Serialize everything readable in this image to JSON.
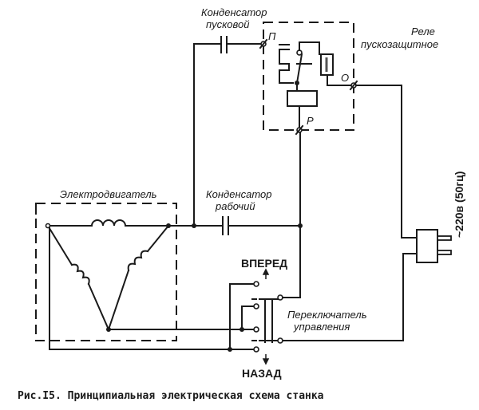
{
  "labels": {
    "start_capacitor_1": "Конденсатор",
    "start_capacitor_2": "пусковой",
    "relay_1": "Реле",
    "relay_2": "пускозащитное",
    "terminal_p": "П",
    "terminal_o": "О",
    "terminal_r": "Р",
    "motor": "Электродвигатель",
    "run_capacitor_1": "Конденсатор",
    "run_capacitor_2": "рабочий",
    "forward": "ВПЕРЕД",
    "backward": "НАЗАД",
    "switch_1": "Переключатель",
    "switch_2": "управления",
    "supply": "~220в (50гц)"
  },
  "caption": "Рис.I5. Принципиальная электрическая схема станка"
}
